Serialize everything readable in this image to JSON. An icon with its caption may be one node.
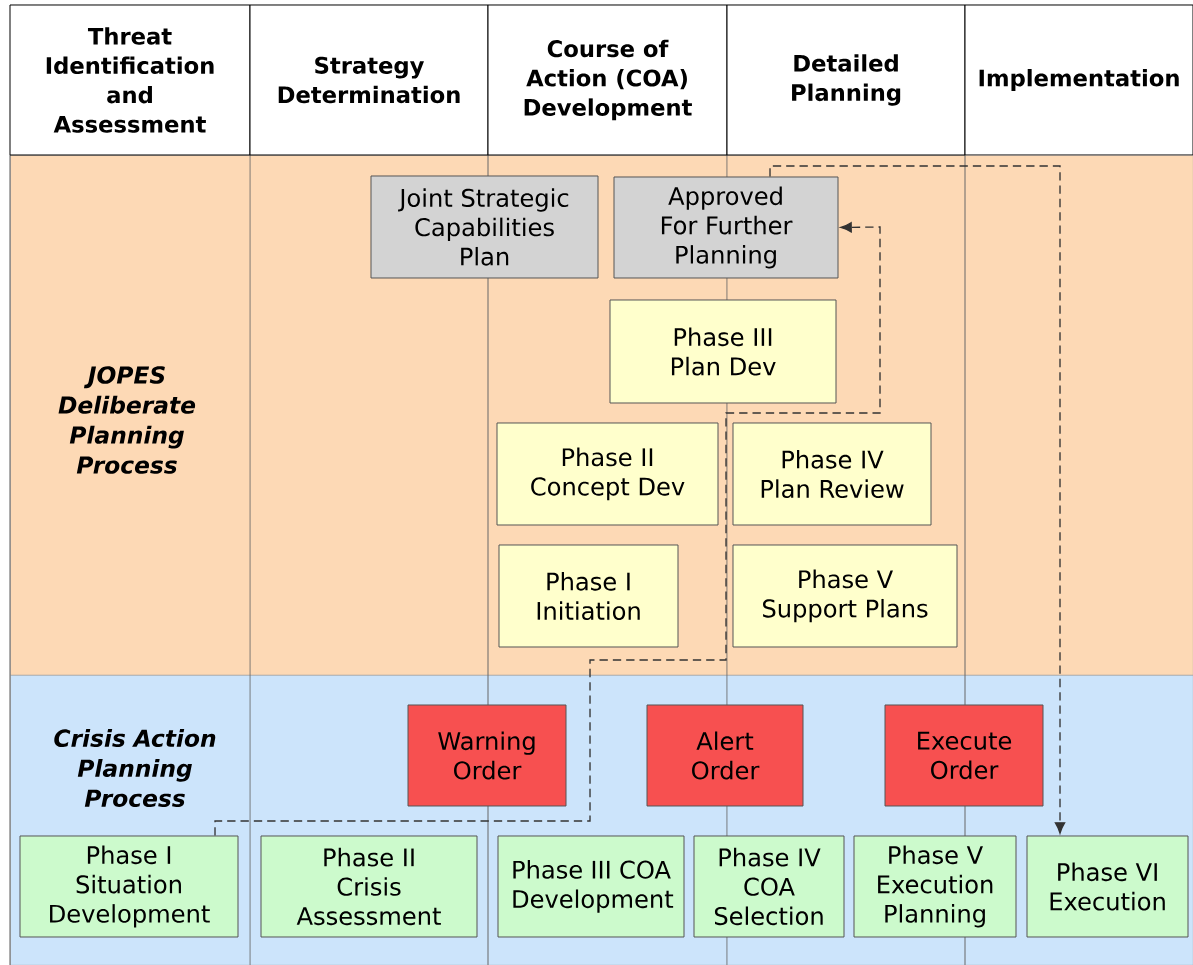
{
  "diagram": {
    "nodes": [
      {
        "text": [
          "Threat Identification and Assessment"
        ]
      },
      {
        "text": [
          "Strategy Determination"
        ]
      },
      {
        "text": [
          "Course of Action (COA) Development"
        ]
      },
      {
        "text": [
          "Detailed Planning"
        ]
      },
      {
        "text": [
          "Implementation"
        ]
      },
      {
        "text": [
          "JOPES Deliberate Planning Process"
        ]
      },
      {
        "text": [
          "Joint Strategic Capabilities Plan"
        ],
        "in": 5
      },
      {
        "text": [
          "Approved For Further Planning"
        ],
        "in": 5
      },
      {
        "text": [
          "Phase III Plan Dev"
        ],
        "in": 5
      },
      {
        "text": [
          "Phase II Concept Dev"
        ],
        "in": 5
      },
      {
        "text": [
          "Phase IV Plan Review"
        ],
        "in": 5
      },
      {
        "text": [
          "Phase I Initiation"
        ],
        "in": 5
      },
      {
        "text": [
          "Phase V Support Plans"
        ],
        "in": 5
      },
      {
        "text": [
          "Crisis Action Planning Process"
        ]
      },
      {
        "text": [
          "Warning Order"
        ],
        "in": 13
      },
      {
        "text": [
          "Alert Order"
        ],
        "in": 13
      },
      {
        "text": [
          "Execute Order"
        ],
        "in": 13
      },
      {
        "text": [
          "Phase I Situation Development"
        ],
        "in": 13
      },
      {
        "text": [
          "Phase II Crisis Assessment"
        ],
        "in": 13
      },
      {
        "text": [
          "Phase III COA Development"
        ],
        "in": 13
      },
      {
        "text": [
          "Phase IV COA Selection"
        ],
        "in": 13
      },
      {
        "text": [
          "Phase V Execution Planning"
        ],
        "in": 13
      },
      {
        "text": [
          "Phase VI Execution"
        ],
        "in": 13
      }
    ],
    "edges": [
      {
        "from": 17,
        "to": 7,
        "arrow": "to",
        "style": "dashed"
      },
      {
        "from": 7,
        "to": 22,
        "arrow": "to",
        "style": "dashed"
      }
    ]
  }
}
